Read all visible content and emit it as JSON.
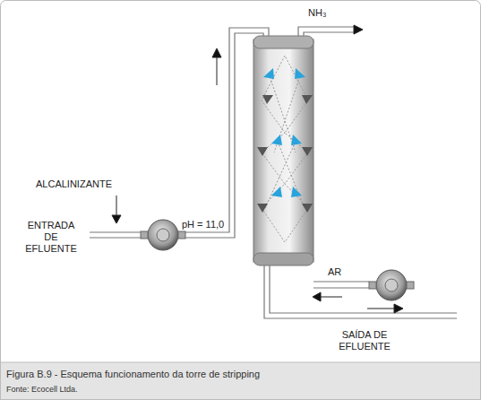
{
  "diagram": {
    "caption": "Figura B.9 - Esquema funcionamento da torre de stripping",
    "labels": [
      "NH₃",
      "ALCALINIZANTE",
      "ENTRADA DE EFLUENTE",
      "pH = 11,0",
      "AR",
      "SAÍDA DE EFLUENTE",
      "Fonte: Ecocell Ltda."
    ]
  }
}
